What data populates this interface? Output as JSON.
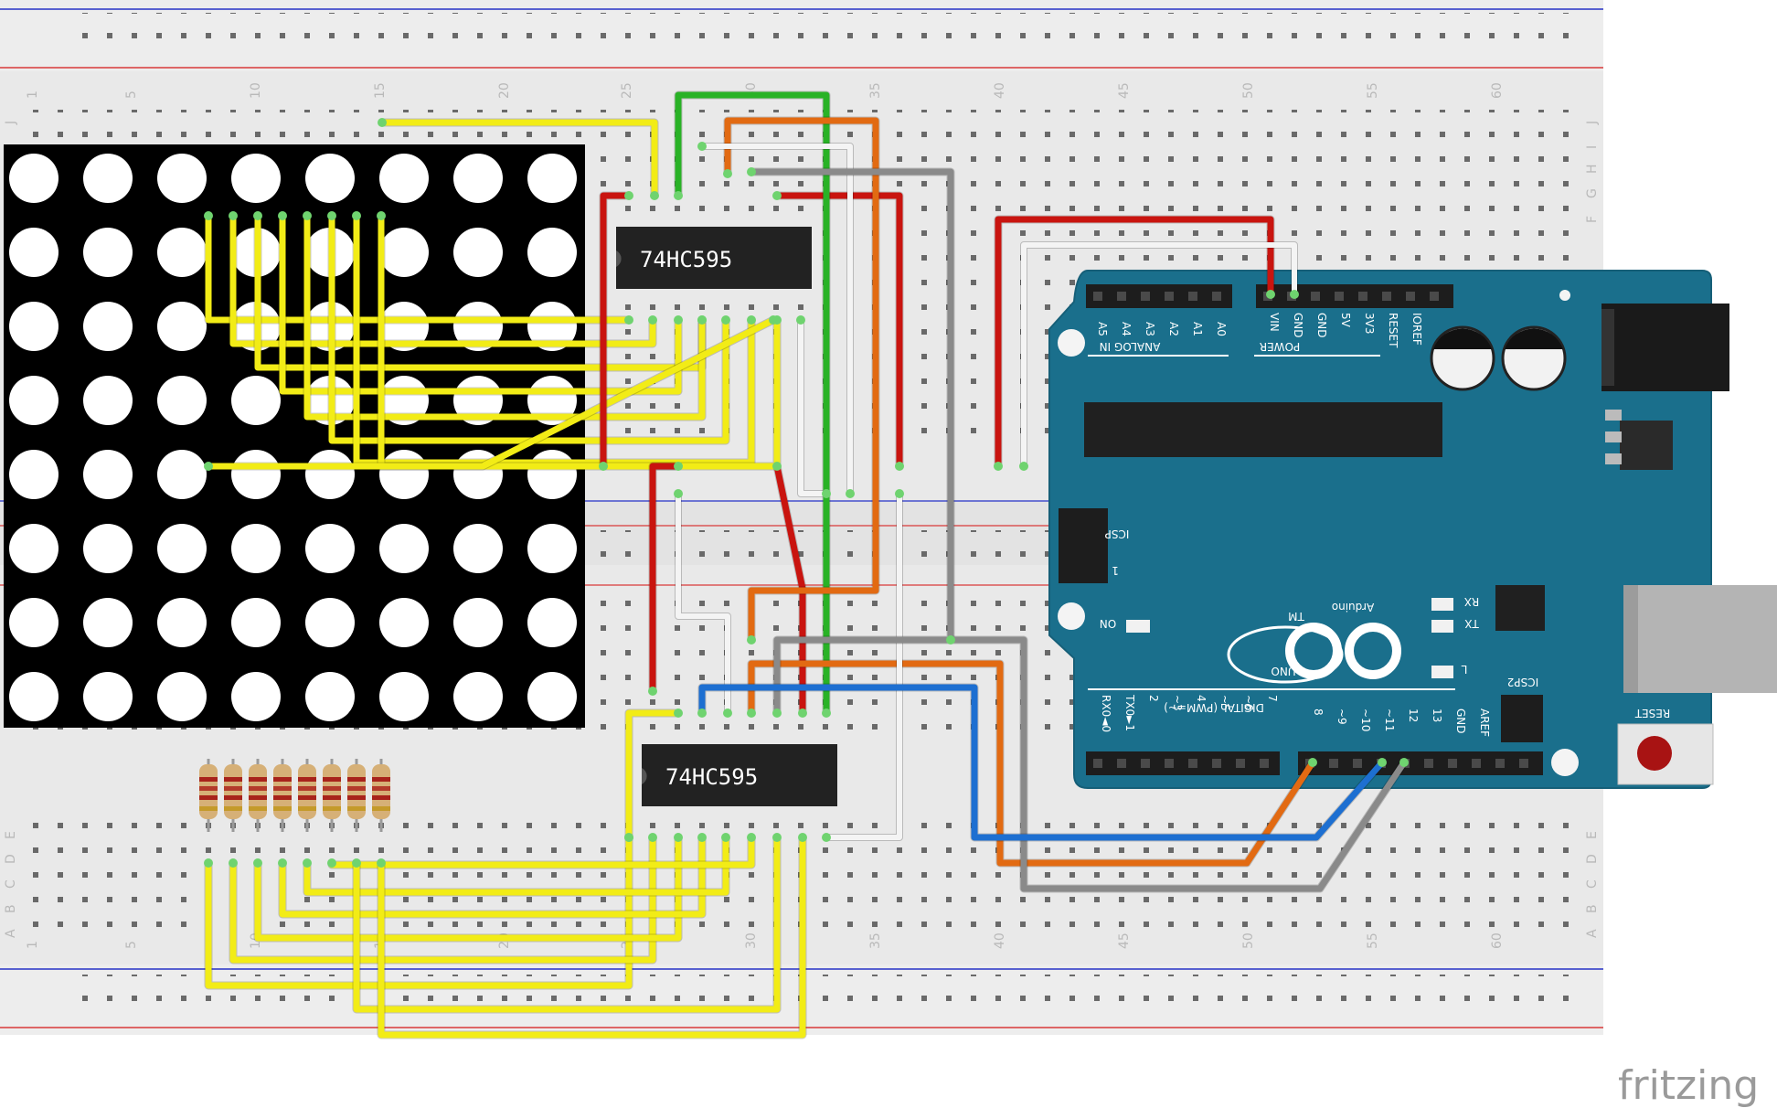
{
  "breadboard": {
    "column_numbers": [
      "1",
      "5",
      "10",
      "15",
      "20",
      "25",
      "30",
      "35",
      "40",
      "45",
      "50",
      "55",
      "60"
    ],
    "top_row_letters": [
      "J",
      "I",
      "H",
      "G",
      "F"
    ],
    "bottom_row_letters": [
      "E",
      "D",
      "C",
      "B",
      "A"
    ]
  },
  "chips": [
    {
      "label": "74HC595"
    },
    {
      "label": "74HC595"
    }
  ],
  "arduino": {
    "brand": "Arduino",
    "model": "UNO",
    "trademark": "TM",
    "analog_pins": [
      "A5",
      "A4",
      "A3",
      "A2",
      "A1",
      "A0"
    ],
    "analog_header": "ANALOG IN",
    "power_pins": [
      "VIN",
      "GND",
      "GND",
      "5V",
      "3V3",
      "RESET",
      "IOREF"
    ],
    "power_header": "POWER",
    "digital_pins_low": [
      "RX0◄0",
      "TX0►1",
      "2",
      "~3",
      "4",
      "~5",
      "~6",
      "7"
    ],
    "digital_pins_high": [
      "8",
      "~9",
      "~10",
      "~11",
      "12",
      "13",
      "GND",
      "AREF"
    ],
    "digital_header": "DIGITAL (PWM=~)",
    "icsp": "ICSP",
    "icsp_pin": "1",
    "icsp2": "ICSP2",
    "reset": "RESET",
    "on": "ON",
    "rx": "RX",
    "tx": "TX",
    "l": "L"
  },
  "watermark": "fritzing",
  "colors": {
    "breadboard": "#e8e8e8",
    "arduino": "#1a6f8c",
    "yellow_wire": "#f2ec16",
    "red_wire": "#c9140f",
    "green_wire": "#29b226",
    "orange_wire": "#e26a12",
    "blue_wire": "#1d6fd1",
    "gray_wire": "#8a8a8a",
    "white_wire": "#f4f4f4"
  }
}
